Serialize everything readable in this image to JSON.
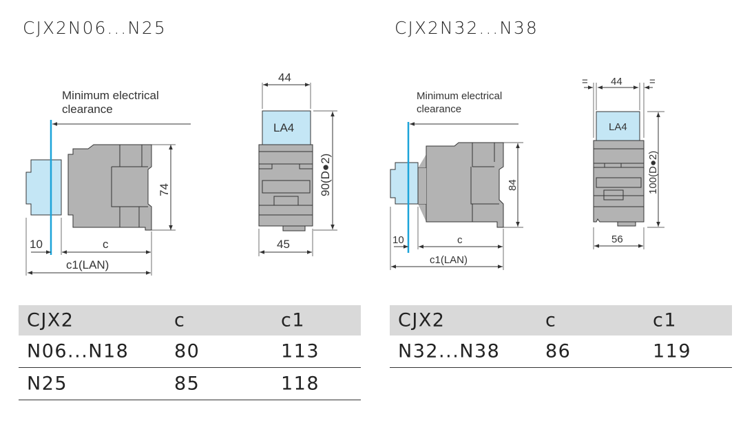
{
  "left": {
    "title": "CJX2N06...N25",
    "clearance_label_1": "Minimum electrical",
    "clearance_label_2": "clearance",
    "dim_10": "10",
    "dim_c": "c",
    "dim_c1": "c1(LAN)",
    "dim_height": "74",
    "front_width_top": "44",
    "front_width_bottom": "45",
    "front_height": "90(D●2)",
    "module_label": "LA4",
    "table": {
      "headers": [
        "CJX2",
        "c",
        "c1"
      ],
      "rows": [
        [
          "N06...N18",
          "80",
          "113"
        ],
        [
          "N25",
          "85",
          "118"
        ]
      ]
    }
  },
  "right": {
    "title": "CJX2N32...N38",
    "clearance_label_1": "Minimum electrical",
    "clearance_label_2": "clearance",
    "dim_10": "10",
    "dim_c": "c",
    "dim_c1": "c1(LAN)",
    "dim_height": "84",
    "front_width_top": "44",
    "equal_mark": "=",
    "front_width_bottom": "56",
    "front_height": "100(D●2)",
    "module_label": "LA4",
    "table": {
      "headers": [
        "CJX2",
        "c",
        "c1"
      ],
      "rows": [
        [
          "N32...N38",
          "86",
          "119"
        ]
      ]
    }
  },
  "colors": {
    "device_gray": "#b3b3b3",
    "module_blue": "#c4e6f5",
    "clearance_line": "#1aa3d9",
    "header_gray": "#d9d9d9"
  }
}
